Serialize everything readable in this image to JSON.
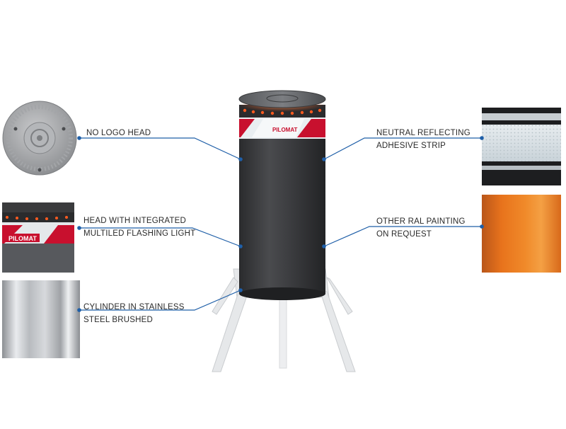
{
  "product": {
    "brand_text": "PILOMAT"
  },
  "thumbnails": [
    {
      "id": "no-logo-head"
    },
    {
      "id": "flashing-head",
      "brand_text": "PILOMAT"
    },
    {
      "id": "stainless-cylinder"
    },
    {
      "id": "reflecting-strip"
    },
    {
      "id": "ral-painting"
    }
  ],
  "callouts": {
    "no_logo_head": {
      "line1": "NO LOGO HEAD"
    },
    "flashing_light": {
      "line1": "HEAD WITH INTEGRATED",
      "line2": "MULTILED FLASHING LIGHT"
    },
    "stainless": {
      "line1": "CYLINDER IN STAINLESS",
      "line2": "STEEL BRUSHED"
    },
    "reflecting_strip": {
      "line1": "NEUTRAL REFLECTING",
      "line2": "ADHESIVE STRIP"
    },
    "ral_painting": {
      "line1": "OTHER RAL PAINTING",
      "line2": "ON REQUEST"
    }
  },
  "colors": {
    "leader_line": "#1f5fa8",
    "bollard_body": "#3a3b3d",
    "led": "#ff5a1f",
    "accent_red": "#c8102e",
    "ral_orange": "#e8731c"
  }
}
